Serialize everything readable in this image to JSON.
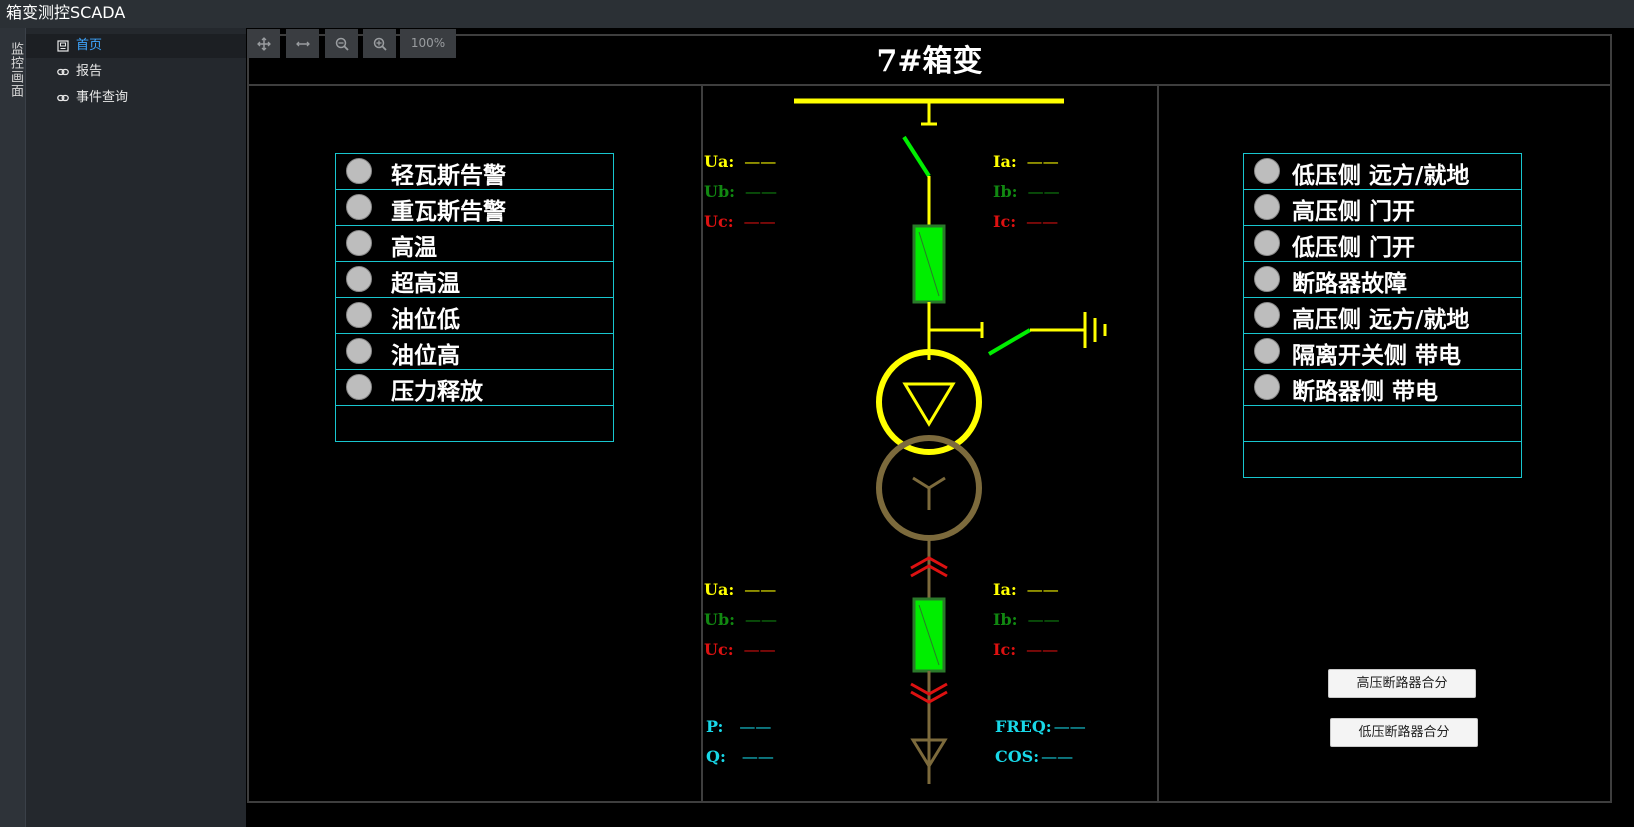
{
  "app": {
    "title": "箱变测控SCADA",
    "side_vertical_label": "监控画面"
  },
  "sidebar": {
    "items": [
      {
        "label": "首页",
        "icon": "home-icon",
        "active": true
      },
      {
        "label": "报告",
        "icon": "link-icon",
        "active": false
      },
      {
        "label": "事件查询",
        "icon": "link-icon",
        "active": false
      }
    ]
  },
  "toolbar": {
    "pan": "move-icon",
    "fit": "fit-width-icon",
    "zoom_out": "zoom-out-icon",
    "zoom_in": "zoom-in-icon",
    "zoom_level": "100%"
  },
  "page": {
    "title": "7#箱变"
  },
  "left_alarms": [
    "轻瓦斯告警",
    "重瓦斯告警",
    "高温",
    "超高温",
    "油位低",
    "油位高",
    "压力释放",
    ""
  ],
  "right_status": [
    "低压侧 远方/就地",
    "高压侧 门开",
    "低压侧 门开",
    "断路器故障",
    "高压侧 远方/就地",
    "隔离开关侧 带电",
    "断路器侧 带电",
    "",
    ""
  ],
  "measurements": {
    "hv": {
      "ua": {
        "label": "Ua:",
        "value": "——"
      },
      "ub": {
        "label": "Ub:",
        "value": "——"
      },
      "uc": {
        "label": "Uc:",
        "value": "——"
      },
      "ia": {
        "label": "Ia:",
        "value": "——"
      },
      "ib": {
        "label": "Ib:",
        "value": "——"
      },
      "ic": {
        "label": "Ic:",
        "value": "——"
      }
    },
    "lv": {
      "ua": {
        "label": "Ua:",
        "value": "——"
      },
      "ub": {
        "label": "Ub:",
        "value": "——"
      },
      "uc": {
        "label": "Uc:",
        "value": "——"
      },
      "ia": {
        "label": "Ia:",
        "value": "——"
      },
      "ib": {
        "label": "Ib:",
        "value": "——"
      },
      "ic": {
        "label": "Ic:",
        "value": "——"
      }
    },
    "power": {
      "p": {
        "label": "P:",
        "value": "——"
      },
      "q": {
        "label": "Q:",
        "value": "——"
      },
      "freq": {
        "label": "FREQ:",
        "value": "——"
      },
      "cos": {
        "label": "COS:",
        "value": "——"
      }
    }
  },
  "buttons": {
    "hv_breaker": "高压断路器合分",
    "lv_breaker": "低压断路器合分"
  },
  "colors": {
    "phase_a": "#ffff00",
    "phase_b": "#118811",
    "phase_c": "#dd1111",
    "power": "#18d8e8",
    "table_border": "#18c6cf",
    "bus": "#ffff00",
    "lv_bus": "#7c6a3c",
    "breaker_fill": "#00ee00",
    "switch_open": "#00ee00",
    "active_nav": "#3ea6ff"
  }
}
